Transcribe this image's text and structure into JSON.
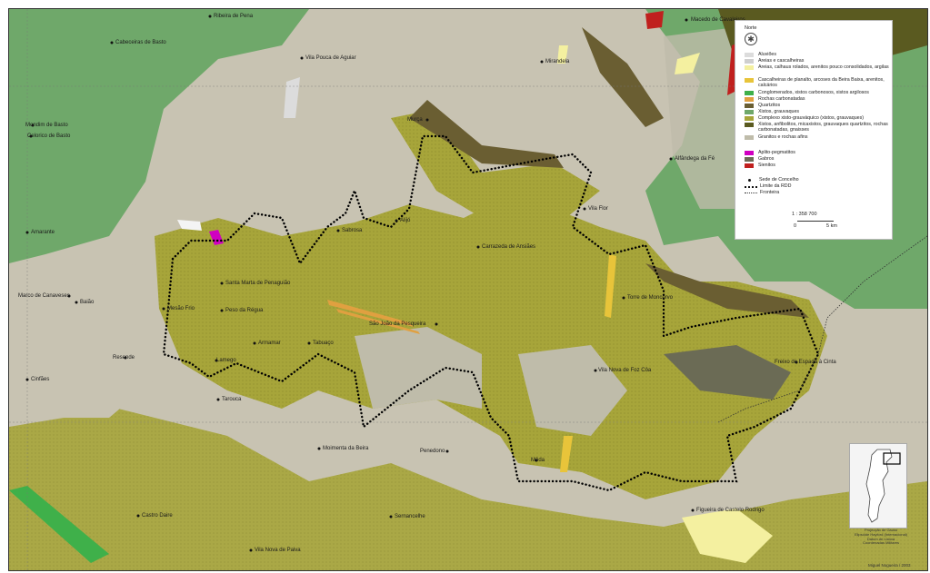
{
  "map": {
    "colors": {
      "background": "#c8c3b2",
      "complexo": "#a7a53a",
      "xistos": "#6fa86a",
      "granitos": "#bfbcaa",
      "quartzitos": "#6a5e32",
      "gabros": "#6b6b55",
      "areias_calhaus": "#f4f0a0",
      "cascalheiras": "#e8c43a",
      "rochas_carbonatadas": "#e0a040",
      "sienitos": "#c0201e",
      "aplito": "#d000c0",
      "aluvioes": "#dcdcdc",
      "conglomerados": "#3fb04a"
    },
    "places": [
      {
        "name": "Cabeceiras de Basto"
      },
      {
        "name": "Ribeira de Pena"
      },
      {
        "name": "Vila Pouca de Aguiar"
      },
      {
        "name": "Mirandela"
      },
      {
        "name": "Macedo de Cavaleiros"
      },
      {
        "name": "Mondim de Basto"
      },
      {
        "name": "Celorico de Basto"
      },
      {
        "name": "Murça"
      },
      {
        "name": "Alfândega da Fé"
      },
      {
        "name": "Alijó"
      },
      {
        "name": "Sabrosa"
      },
      {
        "name": "Vila Flor"
      },
      {
        "name": "Carrazeda de Ansiães"
      },
      {
        "name": "Amarante"
      },
      {
        "name": "Santa Marta de Penaguião"
      },
      {
        "name": "Marco de Canaveses"
      },
      {
        "name": "Baião"
      },
      {
        "name": "Mesão Frio"
      },
      {
        "name": "Peso da Régua"
      },
      {
        "name": "Torre de Moncorvo"
      },
      {
        "name": "São João da Pesqueira"
      },
      {
        "name": "Armamar"
      },
      {
        "name": "Tabuaço"
      },
      {
        "name": "Resende"
      },
      {
        "name": "Lamego"
      },
      {
        "name": "Freixo de Espada à Cinta"
      },
      {
        "name": "Vila Nova de Foz Côa"
      },
      {
        "name": "Cinfães"
      },
      {
        "name": "Tarouca"
      },
      {
        "name": "Moimenta da Beira"
      },
      {
        "name": "Penedono"
      },
      {
        "name": "Mêda"
      },
      {
        "name": "Castro Daire"
      },
      {
        "name": "Sernancelhe"
      },
      {
        "name": "Figueira de Castelo Rodrigo"
      },
      {
        "name": "Vila Nova de Paiva"
      }
    ]
  },
  "legend": {
    "title": "Norte",
    "compass_icon": "compass-rose-icon",
    "geology": [
      {
        "label": "Aluviões",
        "color": "#dcdcdc"
      },
      {
        "label": "Areias e cascalheiras",
        "color": "#cfcfcf"
      },
      {
        "label": "Areias, calhaus rolados, arenitos pouco consolidados, argilas",
        "color": "#f4f0a0"
      },
      {
        "label": "Cascalheiras de planalto, arcoses da Beira Baixa, arenitos, calcários",
        "color": "#e8c43a"
      },
      {
        "label": "Conglomerados, xistos carbonosos, xistos argilosos",
        "color": "#3fb04a"
      },
      {
        "label": "Rochas carbonatadas",
        "color": "#e0a040"
      },
      {
        "label": "Quartzitos",
        "color": "#6a5e32"
      },
      {
        "label": "Xistos, grauvaques",
        "color": "#6fa86a"
      },
      {
        "label": "Complexo xisto-grauváquico (xistos, grauvaques)",
        "color": "#a7a53a"
      },
      {
        "label": "Xistos, anfibolitos, micaxistos, grauvaques quartzitos, rochas carbonatadas, gnaisses",
        "color": "#5a5a20"
      },
      {
        "label": "Granitos e rochas afins",
        "color": "#bfbcaa"
      }
    ],
    "intrusive": [
      {
        "label": "Aplito-pegmatitos",
        "color": "#d000c0"
      },
      {
        "label": "Gabros",
        "color": "#6b6b55"
      },
      {
        "label": "Sienitos",
        "color": "#c0201e"
      }
    ],
    "symbols": {
      "sede": "Sede de Concelho",
      "rdd": "Limite da RDD",
      "fronteira": "Fronteira"
    },
    "scale": {
      "ratio": "1 : 358 700",
      "zero": "0",
      "five": "5 km"
    }
  },
  "inset": {
    "caption": [
      "Projecção de Gauss",
      "Elipsóide Hayford (Internacional)",
      "Datum de Lisboa",
      "Coordenadas Militares"
    ]
  },
  "author": "Miguel Nogueira / 2003"
}
